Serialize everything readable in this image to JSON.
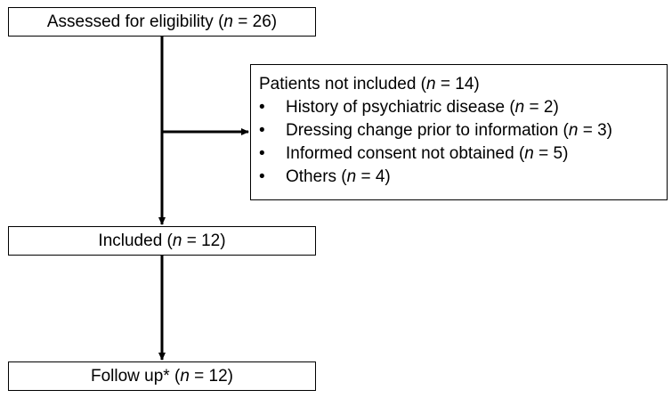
{
  "boxes": {
    "assessed": {
      "prefix": "Assessed for eligibility (",
      "n_symbol": "n",
      "suffix": " = 26)"
    },
    "excluded": {
      "header": {
        "prefix": "Patients not included (",
        "n_symbol": "n",
        "suffix": " = 14)"
      },
      "bullet_char": "•",
      "items": [
        {
          "prefix": "History of psychiatric disease (",
          "n_symbol": "n",
          "suffix": " = 2)"
        },
        {
          "prefix": "Dressing change prior to information (",
          "n_symbol": "n",
          "suffix": " = 3)"
        },
        {
          "prefix": "Informed consent not obtained (",
          "n_symbol": "n",
          "suffix": " = 5)"
        },
        {
          "prefix": "Others (",
          "n_symbol": "n",
          "suffix": " = 4)"
        }
      ]
    },
    "included": {
      "prefix": "Included (",
      "n_symbol": "n",
      "suffix": " = 12)"
    },
    "followup": {
      "prefix": "Follow up* (",
      "n_symbol": "n",
      "suffix": " = 12)"
    }
  }
}
